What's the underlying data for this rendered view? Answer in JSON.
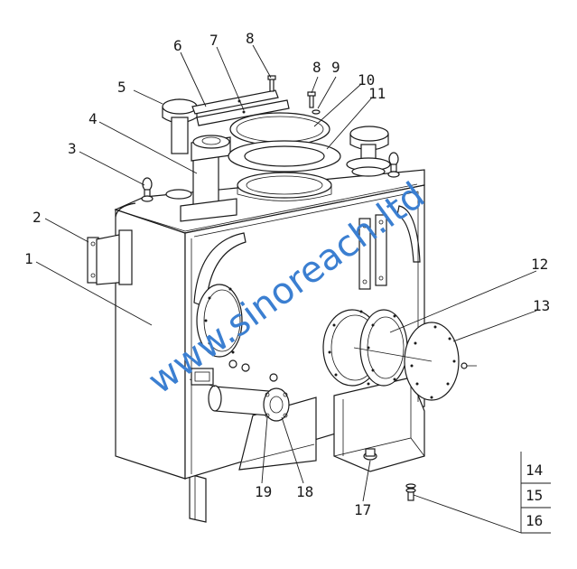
{
  "watermark": "www.sinoreach.ltd",
  "colors": {
    "line": "#1a1a1a",
    "watermark": "#3b7fd1",
    "background": "#ffffff"
  },
  "callouts": {
    "c1": "1",
    "c2": "2",
    "c3": "3",
    "c4": "4",
    "c5": "5",
    "c6": "6",
    "c7": "7",
    "c8a": "8",
    "c8b": "8",
    "c9": "9",
    "c10": "10",
    "c11": "11",
    "c12": "12",
    "c13": "13",
    "c17": "17",
    "c18": "18",
    "c19": "19"
  },
  "parts_table": {
    "rows": [
      "14",
      "15",
      "16"
    ]
  }
}
